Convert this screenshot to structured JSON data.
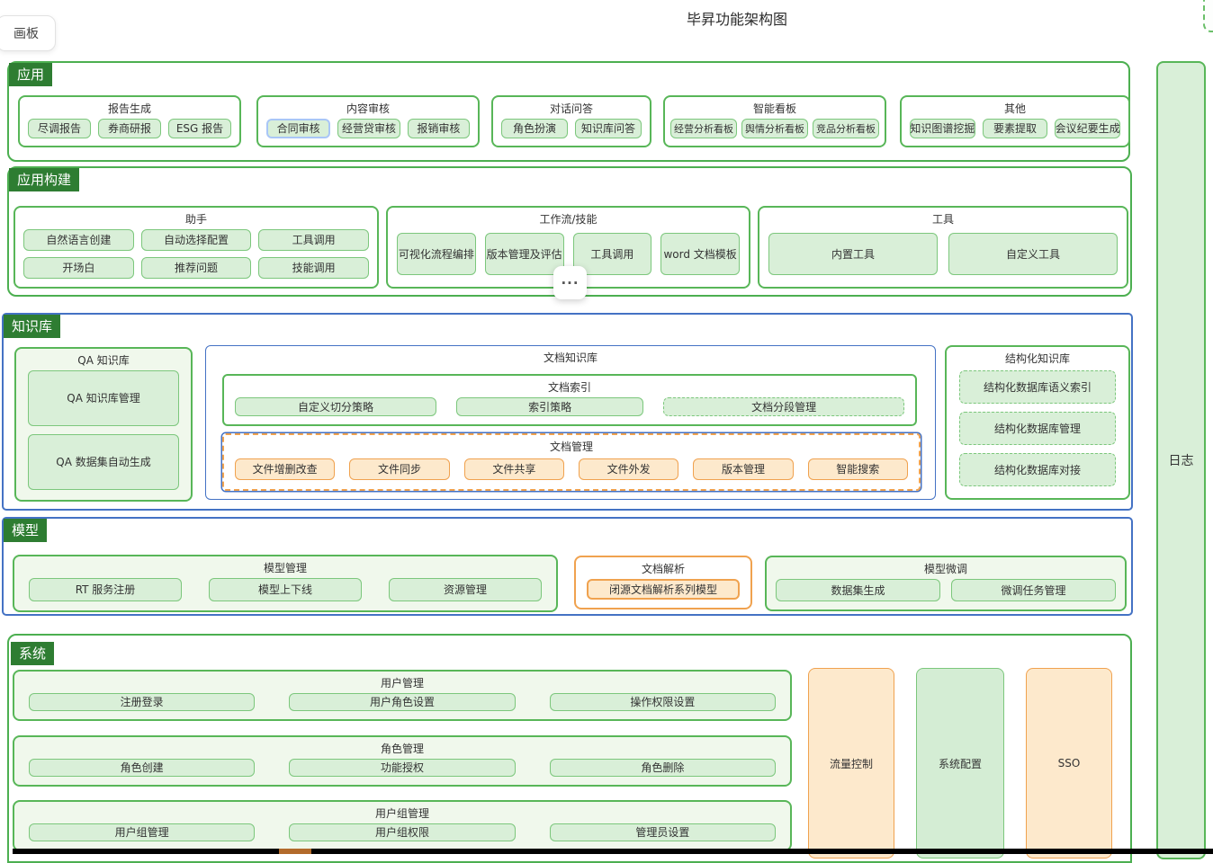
{
  "board": {
    "tab": "画板",
    "title": "毕昇功能架构图",
    "more": "···"
  },
  "colors": {
    "section_green": "#4caf50",
    "label_green": "#2e7d32",
    "item_green_bg": "#d9efd8",
    "blue_accent": "#4472c4",
    "orange_accent": "#f0a24f",
    "orange_bg": "#fde9cc",
    "selected_blue": "#a9c6f7"
  },
  "app": {
    "label": "应用",
    "groups": {
      "report": {
        "title": "报告生成",
        "items": [
          "尽调报告",
          "券商研报",
          "ESG 报告"
        ]
      },
      "review": {
        "title": "内容审核",
        "items": [
          "合同审核",
          "经营贷审核",
          "报销审核"
        ]
      },
      "qa": {
        "title": "对话问答",
        "items": [
          "角色扮演",
          "知识库问答"
        ]
      },
      "dashboard": {
        "title": "智能看板",
        "items": [
          "经营分析看板",
          "舆情分析看板",
          "竞品分析看板"
        ]
      },
      "other": {
        "title": "其他",
        "items": [
          "知识图谱挖掘",
          "要素提取",
          "会议纪要生成"
        ]
      }
    }
  },
  "build": {
    "label": "应用构建",
    "assistant": {
      "title": "助手",
      "items": [
        "自然语言创建",
        "自动选择配置",
        "工具调用",
        "开场白",
        "推荐问题",
        "技能调用"
      ]
    },
    "workflow": {
      "title": "工作流/技能",
      "items": [
        "可视化流程编排",
        "版本管理及评估",
        "工具调用",
        "word 文档模板"
      ]
    },
    "tools": {
      "title": "工具",
      "items": [
        "内置工具",
        "自定义工具"
      ]
    }
  },
  "kb": {
    "label": "知识库",
    "qa_kb": {
      "title": "QA 知识库",
      "items": [
        "QA 知识库管理",
        "QA 数据集自动生成"
      ]
    },
    "doc_kb": {
      "title": "文档知识库",
      "index": {
        "title": "文档索引",
        "items": [
          "自定义切分策略",
          "索引策略",
          "文档分段管理"
        ]
      },
      "mgmt": {
        "title": "文档管理",
        "items": [
          "文件增删改查",
          "文件同步",
          "文件共享",
          "文件外发",
          "版本管理",
          "智能搜索"
        ]
      }
    },
    "structured": {
      "title": "结构化知识库",
      "items": [
        "结构化数据库语义索引",
        "结构化数据库管理",
        "结构化数据库对接"
      ]
    }
  },
  "model": {
    "label": "模型",
    "mgmt": {
      "title": "模型管理",
      "items": [
        "RT 服务注册",
        "模型上下线",
        "资源管理"
      ]
    },
    "parse": {
      "title": "文档解析",
      "items": [
        "闭源文档解析系列模型"
      ]
    },
    "finetune": {
      "title": "模型微调",
      "items": [
        "数据集生成",
        "微调任务管理"
      ]
    }
  },
  "system": {
    "label": "系统",
    "user": {
      "title": "用户管理",
      "items": [
        "注册登录",
        "用户角色设置",
        "操作权限设置"
      ]
    },
    "role": {
      "title": "角色管理",
      "items": [
        "角色创建",
        "功能授权",
        "角色删除"
      ]
    },
    "group": {
      "title": "用户组管理",
      "items": [
        "用户组管理",
        "用户组权限",
        "管理员设置"
      ]
    },
    "pillars": [
      "流量控制",
      "系统配置",
      "SSO"
    ]
  },
  "logs": {
    "label": "日志"
  }
}
